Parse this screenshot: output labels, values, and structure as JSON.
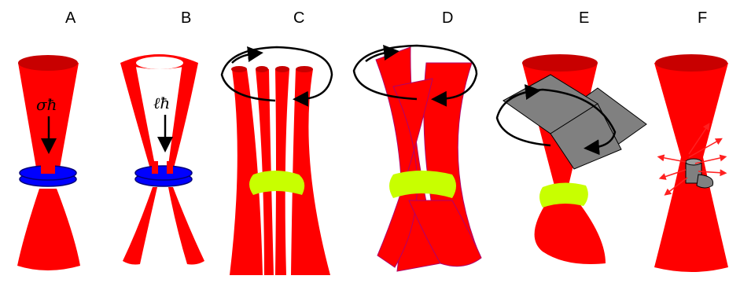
{
  "panels": [
    {
      "label": "A",
      "symbol": "σħ"
    },
    {
      "label": "B",
      "symbol": "ℓħ"
    },
    {
      "label": "C"
    },
    {
      "label": "D"
    },
    {
      "label": "E"
    },
    {
      "label": "F"
    }
  ],
  "colors": {
    "beam": "#ff0000",
    "beam_dark": "#c80000",
    "particle": "#0000ff",
    "particle_edge": "#00007a",
    "trap": "#c8ff00",
    "plate": "#808080",
    "arrow": "#000000",
    "scatter": "#ff2020"
  },
  "icons": [
    "rotation-arrow-icon",
    "down-arrow-icon",
    "scatter-arrows-icon"
  ]
}
